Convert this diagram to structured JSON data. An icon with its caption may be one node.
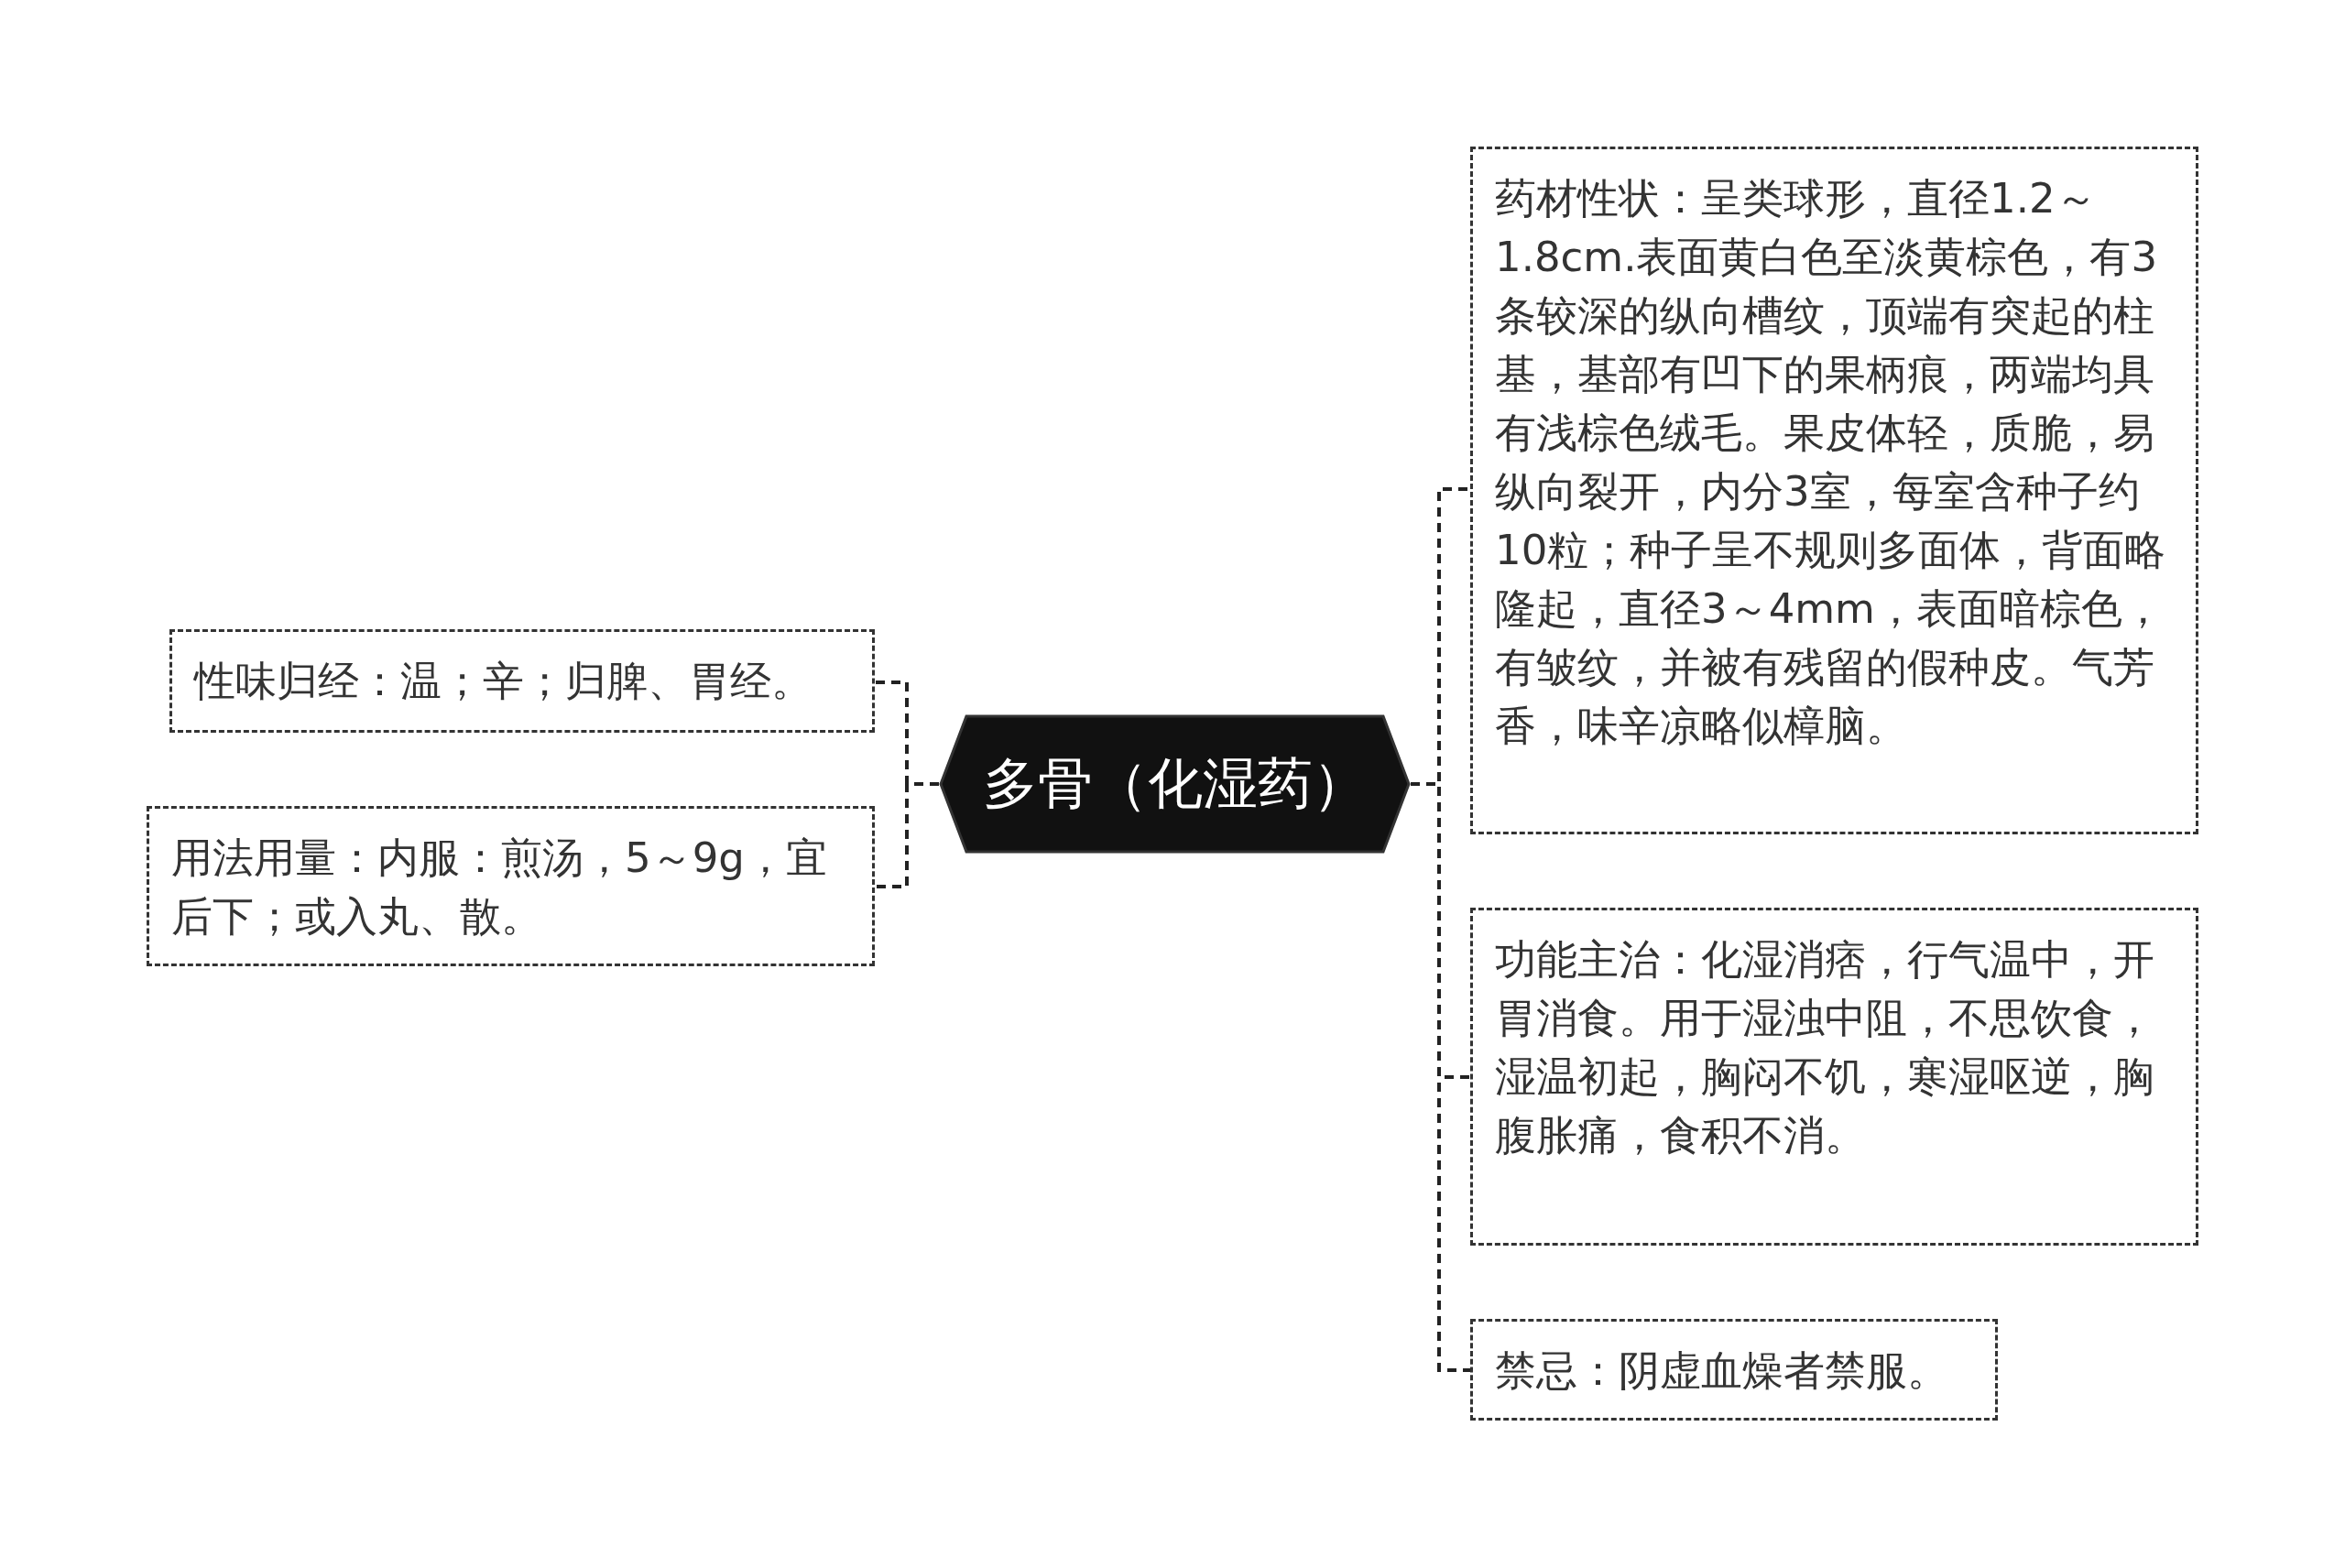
{
  "diagram": {
    "nodes": [
      {
        "text": [
          "多骨（化湿药）"
        ]
      },
      {
        "text": [
          "药材性状：呈类球形，直径1.2～1.8cm.表面黄白色至淡黄棕色，有3条较深的纵向槽纹，顶端有突起的柱基，基部有凹下的果柄痕，两端均具有浅棕色绒毛。果皮体轻，质脆，易纵向裂开，内分3室，每室含种子约10粒；种子呈不规则多面体，背面略隆起，直径3～4mm，表面暗棕色，有皱纹，并被有残留的假种皮。气芳香，味辛凉略似樟脑。"
        ]
      },
      {
        "text": [
          "功能主治：化湿消痞，行气温中，开胃消食。用于湿浊中阻，不思饮食，湿温初起，胸闷不饥，寒湿呕逆，胸腹胀痛，食积不消。"
        ]
      },
      {
        "text": [
          "禁忌：阴虚血燥者禁服。"
        ]
      },
      {
        "text": [
          "性味归经：温；辛；归脾、胃经。"
        ]
      },
      {
        "text": [
          "用法用量：内服：煎汤，5～9g，宜后下；或入丸、散。"
        ]
      }
    ],
    "edges": [
      {
        "from": 0,
        "to": 1,
        "arrow": "none"
      },
      {
        "from": 0,
        "to": 2,
        "arrow": "none"
      },
      {
        "from": 0,
        "to": 3,
        "arrow": "none"
      },
      {
        "from": 0,
        "to": 4,
        "arrow": "none"
      },
      {
        "from": 0,
        "to": 5,
        "arrow": "none"
      }
    ]
  }
}
